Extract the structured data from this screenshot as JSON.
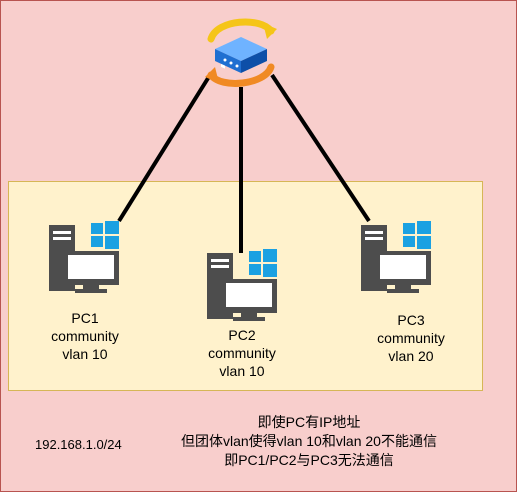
{
  "pcs": [
    {
      "name": "PC1",
      "type": "community",
      "vlan": "vlan 10"
    },
    {
      "name": "PC2",
      "type": "community",
      "vlan": "vlan 10"
    },
    {
      "name": "PC3",
      "type": "community",
      "vlan": "vlan 20"
    }
  ],
  "subnet": "192.168.1.0/24",
  "note": [
    "即使PC有IP地址",
    "但团体vlan使得vlan 10和vlan 20不能通信",
    "即PC1/PC2与PC3无法通信"
  ],
  "colors": {
    "background": "#f8cecc",
    "group_fill": "#fff2cc",
    "group_border": "#d6b656",
    "pc_body": "#4d4d4d",
    "windows_logo": "#1ba1e2",
    "switch_blue": "#1f6fd1",
    "arrow_yellow": "#f5c518",
    "arrow_orange": "#f08a24"
  },
  "icons": [
    "switch-icon",
    "computer-icon",
    "windows-logo-icon"
  ]
}
